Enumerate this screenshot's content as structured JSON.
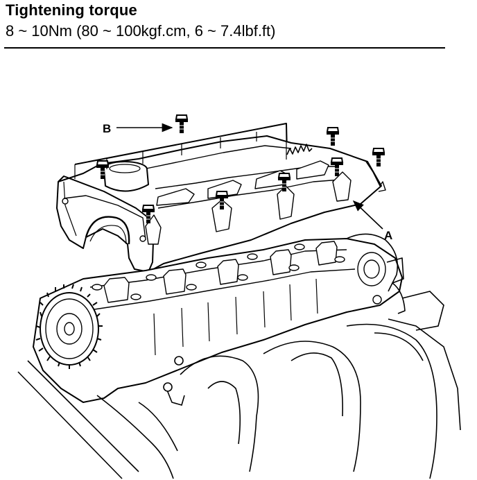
{
  "header": {
    "title": "Tightening torque",
    "spec": "8 ~ 10Nm (80 ~ 100kgf.cm, 6 ~ 7.4lbf.ft)"
  },
  "callouts": {
    "a": "A",
    "b": "B"
  },
  "colors": {
    "ink": "#000000",
    "paper": "#ffffff"
  },
  "icons": {
    "bolt": "bolt-icon",
    "arrow": "leader-arrow"
  }
}
